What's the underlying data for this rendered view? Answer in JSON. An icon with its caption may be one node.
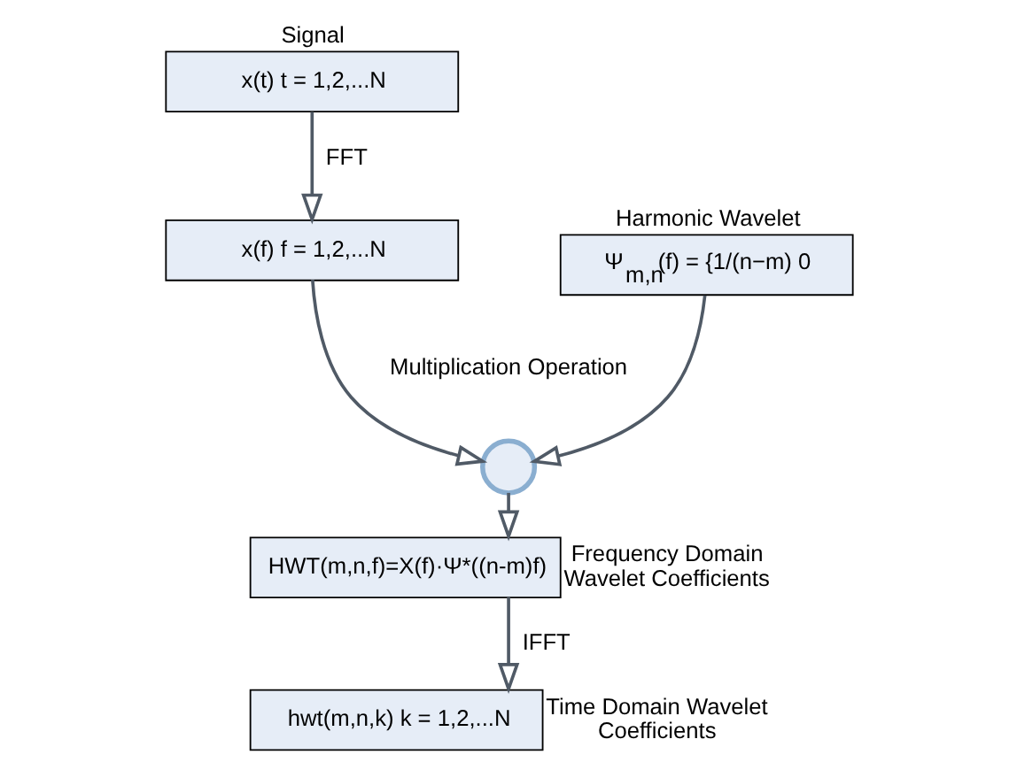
{
  "diagram": {
    "nodes": [
      {
        "text": [
          "x(t) t = 1,2,...N"
        ],
        "beside": [
          "Signal"
        ]
      },
      {
        "text": [
          "x(f) f = 1,2,...N"
        ]
      },
      {
        "text": [
          "Ψ$_{m,n}$(f) = {1/(n−m) 0"
        ],
        "beside": [
          "Harmonic Wavelet"
        ]
      },
      {
        "text": [],
        "shape": "circle",
        "beside": [
          "Multiplication Operation"
        ]
      },
      {
        "text": [
          "HWT(m,n,f)=X(f)·Ψ*((n-m)f)"
        ],
        "beside": [
          "Frequency Domain Wavelet Coefficients"
        ]
      },
      {
        "text": [
          "hwt(m,n,k) k = 1,2,...N"
        ],
        "beside": [
          "Time Domain Wavelet Coefficients"
        ]
      }
    ],
    "edges": [
      {
        "from": 0,
        "to": 1,
        "arrow": "to",
        "label": "FFT"
      },
      {
        "from": 1,
        "to": 3,
        "arrow": "to"
      },
      {
        "from": 2,
        "to": 3,
        "arrow": "to"
      },
      {
        "from": 3,
        "to": 4,
        "arrow": "to"
      },
      {
        "from": 4,
        "to": 5,
        "arrow": "to",
        "label": "IFFT"
      }
    ]
  }
}
